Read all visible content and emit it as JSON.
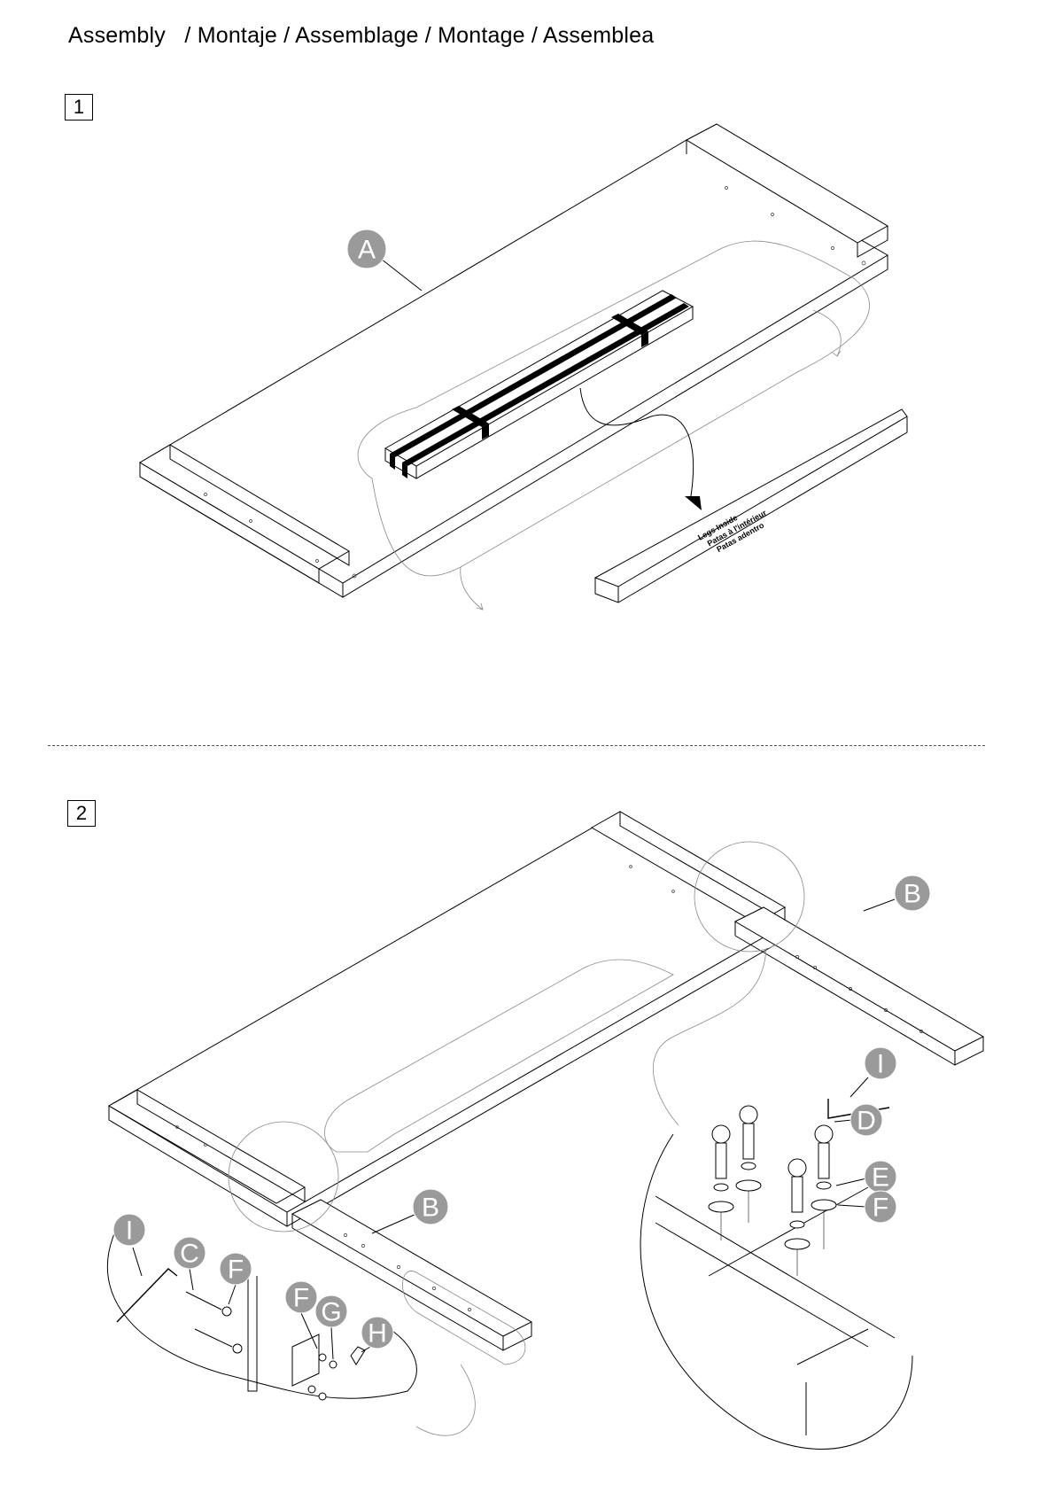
{
  "header": {
    "title": "Assembly   / Montaje / Assemblage / Montage / Assemblea"
  },
  "steps": [
    {
      "number": "1"
    },
    {
      "number": "2"
    }
  ],
  "step1": {
    "part_labels": [
      "A"
    ],
    "box_label_lines": [
      "Legs Inside",
      "Patas à l'intérieur",
      "Patas adentro"
    ]
  },
  "step2": {
    "part_labels": [
      "B",
      "B",
      "I",
      "C",
      "F",
      "F",
      "G",
      "H",
      "I",
      "D",
      "E",
      "F"
    ]
  },
  "colors": {
    "label_circle": "#9a9a9a",
    "line": "#000000",
    "background": "#ffffff"
  }
}
